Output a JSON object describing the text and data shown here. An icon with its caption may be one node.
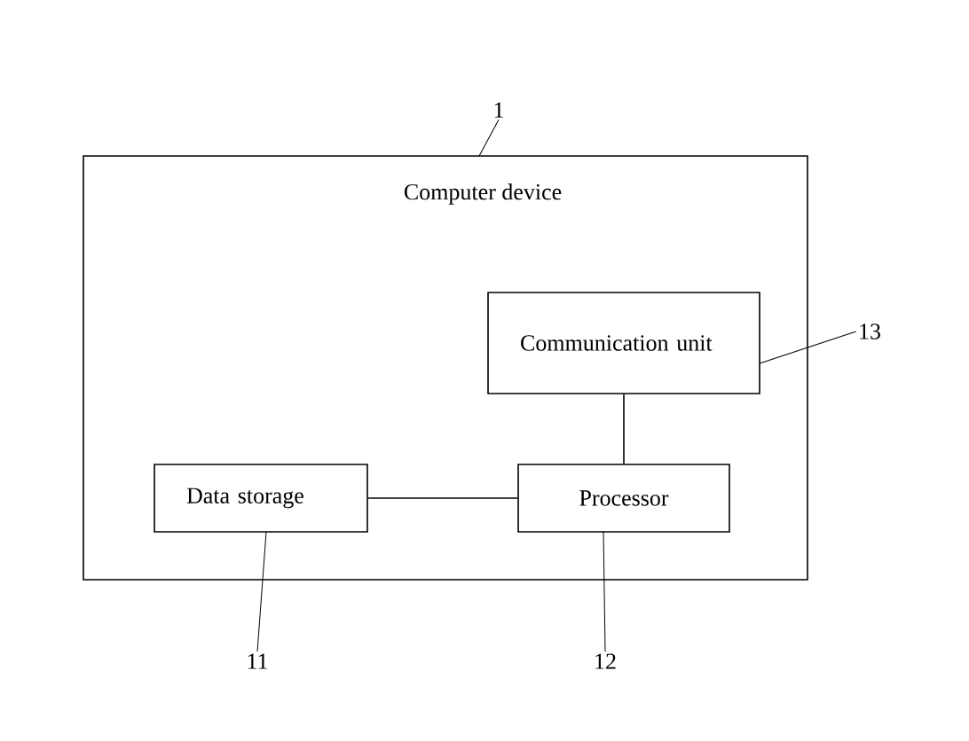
{
  "diagram": {
    "nodes": [
      {
        "text": [
          "Computer device"
        ]
      },
      {
        "text": [
          "Communication unit"
        ],
        "in": 0
      },
      {
        "text": [
          "Data storage"
        ],
        "in": 0
      },
      {
        "text": [
          "Processor"
        ],
        "in": 0
      },
      {
        "text": [
          "1"
        ]
      },
      {
        "text": [
          "13"
        ]
      },
      {
        "text": [
          "11"
        ]
      },
      {
        "text": [
          "12"
        ]
      }
    ],
    "edges": [
      {
        "from": 2,
        "to": 3,
        "arrow": "none"
      },
      {
        "from": 1,
        "to": 3,
        "arrow": "none"
      },
      {
        "from": 4,
        "to": 0,
        "arrow": "none"
      },
      {
        "from": 5,
        "to": 1,
        "arrow": "none"
      },
      {
        "from": 6,
        "to": 2,
        "arrow": "none"
      },
      {
        "from": 7,
        "to": 3,
        "arrow": "none"
      }
    ]
  }
}
